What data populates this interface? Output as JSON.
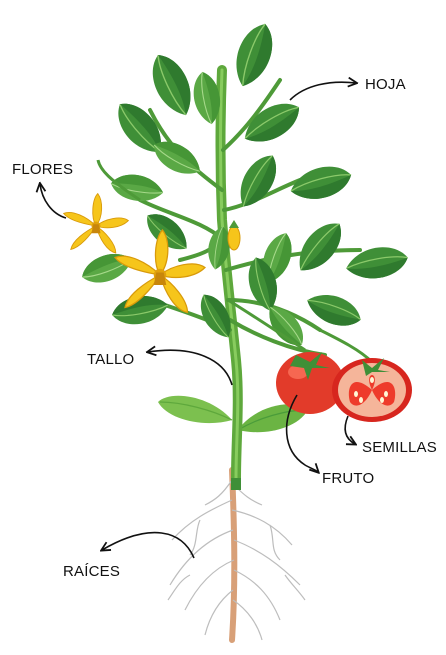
{
  "diagram": {
    "labels": {
      "hoja": "HOJA",
      "flores": "FLORES",
      "tallo": "TALLO",
      "fruto": "FRUTO",
      "semillas": "SEMILLAS",
      "raices": "RAÍCES"
    },
    "colors": {
      "leaf_dark": "#2f7d32",
      "leaf_mid": "#4a9c3a",
      "leaf_light": "#7cc04f",
      "stem": "#5ea83c",
      "flower": "#f6c51b",
      "flower_dark": "#e0a10c",
      "tomato": "#e23b2a",
      "tomato_inner": "#f5b59a",
      "root": "#d8a078",
      "root_hair": "#c9c9c9",
      "arrow": "#111111"
    }
  }
}
